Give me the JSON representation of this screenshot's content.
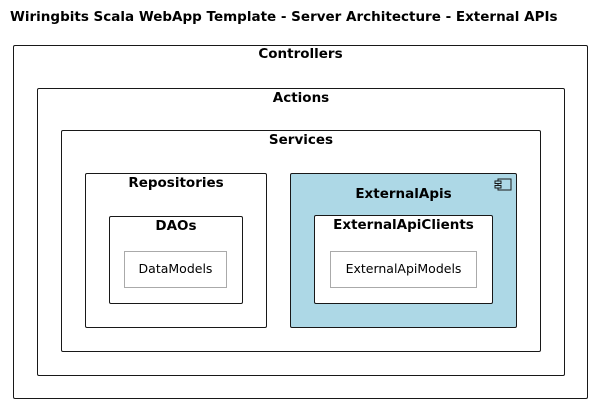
{
  "title": "Wiringbits Scala WebApp Template - Server Architecture - External APIs",
  "colors": {
    "component_fill": "#add8e6",
    "border": "#181818",
    "leaf_border": "#aaaaaa",
    "background": "#ffffff"
  },
  "diagram": {
    "controllers": {
      "label": "Controllers"
    },
    "actions": {
      "label": "Actions"
    },
    "services": {
      "label": "Services"
    },
    "repositories": {
      "label": "Repositories"
    },
    "daos": {
      "label": "DAOs"
    },
    "datamodels": {
      "label": "DataModels"
    },
    "externalapis": {
      "label": "ExternalApis",
      "icon": "component-icon"
    },
    "externalapiclients": {
      "label": "ExternalApiClients"
    },
    "externalapimodels": {
      "label": "ExternalApiModels"
    }
  }
}
